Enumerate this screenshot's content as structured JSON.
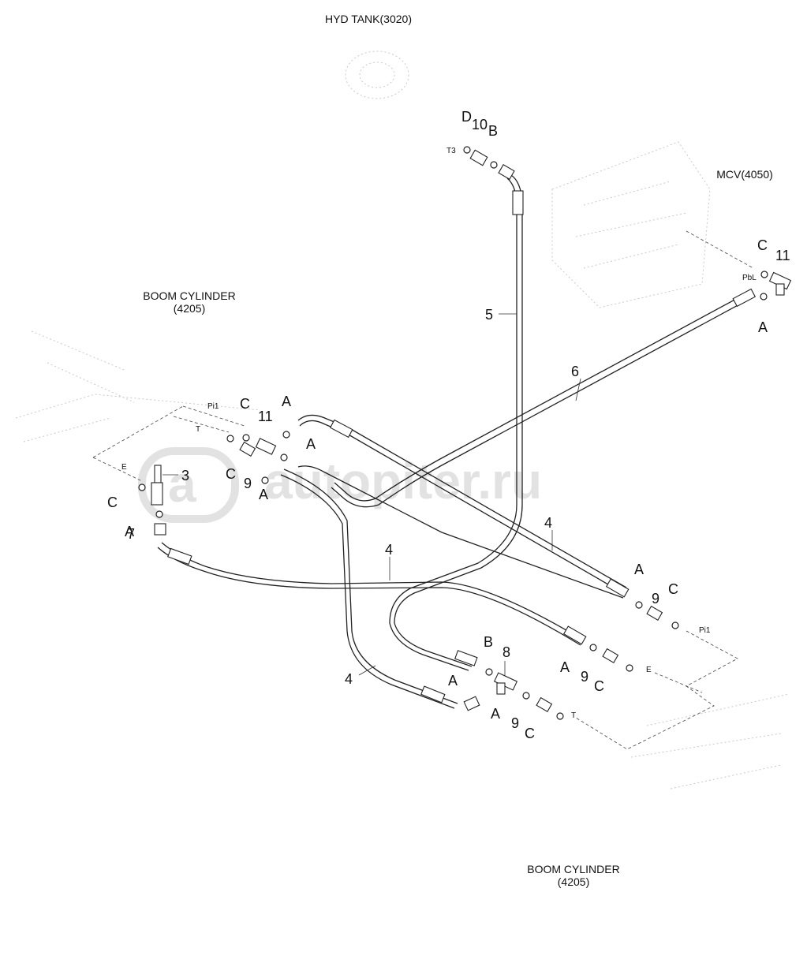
{
  "components": {
    "hyd_tank": "HYD TANK(3020)",
    "mcv": "MCV(4050)",
    "boom_cyl_left_1": "BOOM CYLINDER",
    "boom_cyl_left_2": "(4205)",
    "boom_cyl_bottom_1": "BOOM CYLINDER",
    "boom_cyl_bottom_2": "(4205)"
  },
  "parts": {
    "p3": "3",
    "p4a": "4",
    "p4b": "4",
    "p4c": "4",
    "p5": "5",
    "p6": "6",
    "p7": "7",
    "p8": "8",
    "p9a": "9",
    "p9b": "9",
    "p9c": "9",
    "p9d": "9",
    "p10": "10",
    "p11a": "11",
    "p11b": "11"
  },
  "letters": {
    "d_top": "D",
    "b_top": "B",
    "c_mcv": "C",
    "a_mcv": "A",
    "c_l1": "C",
    "a_l1": "A",
    "a_l2": "A",
    "c_l2": "C",
    "a_l3": "A",
    "c_l3": "C",
    "a_l4": "A",
    "a_r1": "A",
    "c_r1": "C",
    "a_r2": "A",
    "c_r2": "C",
    "b_r3": "B",
    "a_r3": "A",
    "a_r4": "A",
    "c_r4": "C"
  },
  "ports": {
    "t3": "T3",
    "pbl": "PbL",
    "pi1_left": "Pi1",
    "t_left": "T",
    "e_left": "E",
    "pi1_right": "Pi1",
    "e_right": "E",
    "t_right": "T"
  },
  "watermark": "autopiter.ru"
}
